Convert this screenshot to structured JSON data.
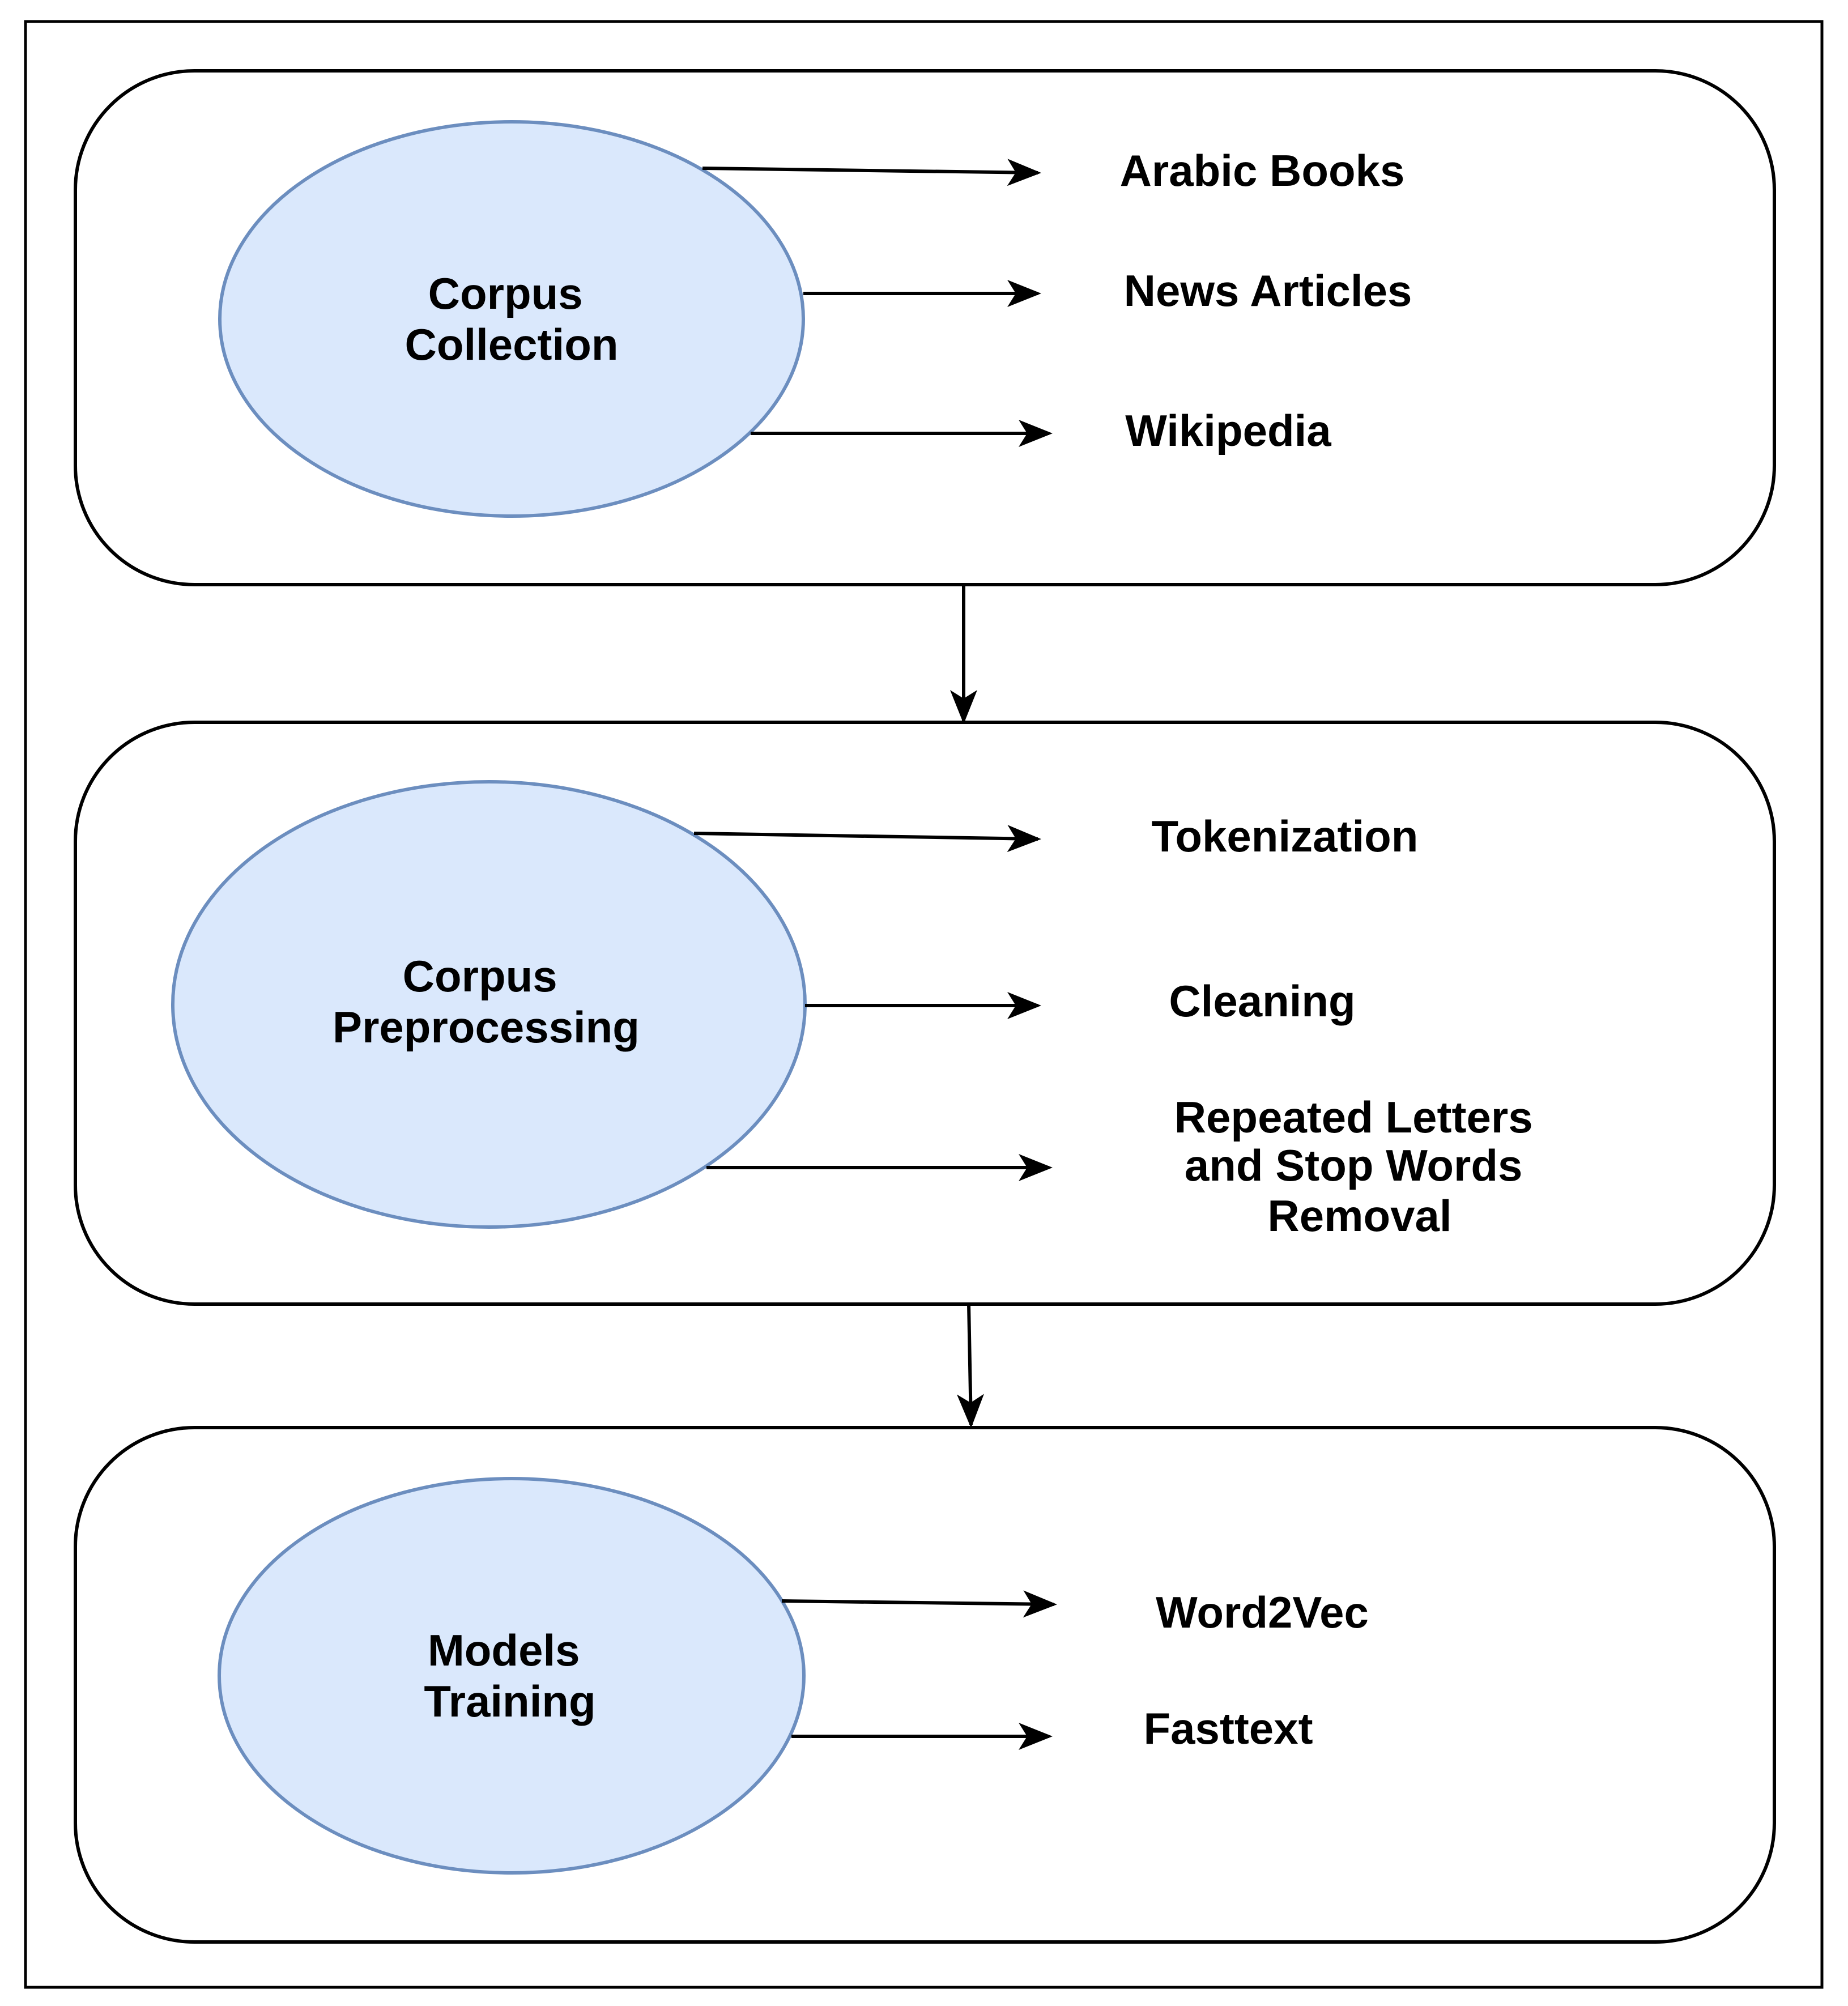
{
  "colors": {
    "stage_fill": "#dae8fc",
    "stage_stroke": "#6c8ebf",
    "line": "#000000",
    "background": "#ffffff"
  },
  "stages": [
    {
      "title_lines": [
        "Corpus",
        "Collection"
      ],
      "outputs": [
        {
          "lines": [
            "Arabic Books"
          ]
        },
        {
          "lines": [
            "News Articles"
          ]
        },
        {
          "lines": [
            "Wikipedia"
          ]
        }
      ]
    },
    {
      "title_lines": [
        "Corpus",
        "Preprocessing"
      ],
      "outputs": [
        {
          "lines": [
            "Tokenization"
          ]
        },
        {
          "lines": [
            "Cleaning"
          ]
        },
        {
          "lines": [
            "Repeated Letters",
            "and Stop Words",
            "Removal"
          ]
        }
      ]
    },
    {
      "title_lines": [
        "Models",
        "Training"
      ],
      "outputs": [
        {
          "lines": [
            "Word2Vec"
          ]
        },
        {
          "lines": [
            "Fasttext"
          ]
        }
      ]
    }
  ]
}
